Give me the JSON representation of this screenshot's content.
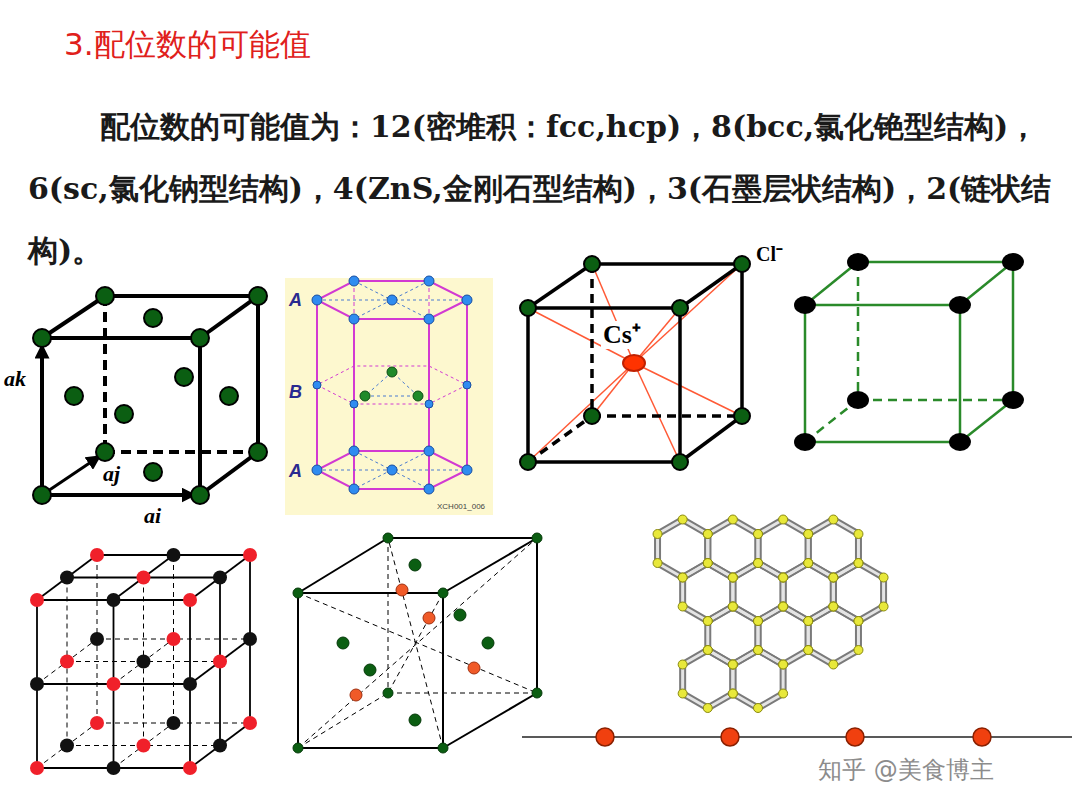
{
  "diagram": {
    "title": "3.配位数的可能值",
    "labels": [
      "配位数的可能值为：12(密堆积：fcc,hcp)，8(bcc,氯化铯型结构)，6(sc,氯化钠型结构)，4(ZnS,金刚石型结构)，3(石墨层状结构)，2(链状结构)。",
      "ak⃗",
      "aj⃗",
      "ai⃗",
      "A",
      "B",
      "A",
      "XCH001_006",
      "Cs⁺",
      "Cl⁻",
      "知乎 @美食博主"
    ]
  }
}
